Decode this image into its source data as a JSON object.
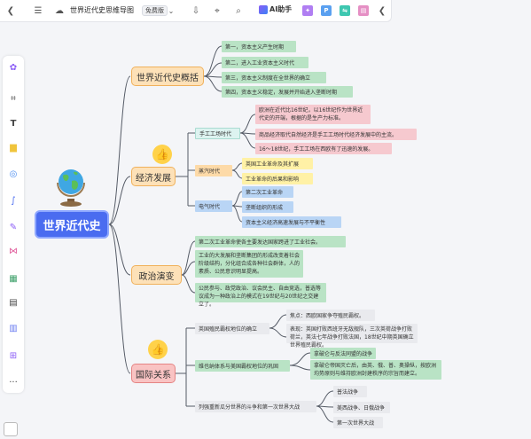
{
  "app": {
    "title": "世界近代史思维导图",
    "plan_badge": "免费版",
    "ai_label": "AI助手",
    "plugin_p": "P"
  },
  "mindmap": {
    "root": "世界近代史",
    "overview": {
      "label": "世界近代史概括",
      "items": [
        "第一，资本主义产生时期",
        "第二，进入工业资本主义时代",
        "第三，资本主义制度在全世界的确立",
        "第四，资本主义稳定，发展并开始进入垄断时期"
      ]
    },
    "economy": {
      "label": "经济发展",
      "handicraft": {
        "label": "手工工场时代",
        "items": [
          "欧洲在近代比16世纪，以16世纪作为世界近代史的开端，根据的是生产力标准。",
          "商品经济取代自然经济是手工工场时代经济发展中的主流。",
          "16～18世纪，手工工场在西欧有了迅速的发展。"
        ]
      },
      "steam": {
        "label": "蒸汽时代",
        "items": [
          "英国工业革命及其扩展",
          "工业革命的后果和影响"
        ]
      },
      "electric": {
        "label": "电气时代",
        "items": [
          "第二次工业革命",
          "垄断组织的形成",
          "资本主义经济高速发展与不平衡性"
        ]
      }
    },
    "politics": {
      "label": "政治演变",
      "items": [
        "第二次工业革命使各主要发达国家跨进了工业社会。",
        "工业的大发展和垄断集团的形成改变着社会阶级结构，分化组合成各种社会群体，人的素质、公民意识明显提高。",
        "公民参与、政党政治、议会民主、自由竞选，普选等议成为一种政治上的模式在19世纪与20世纪之交建立了。"
      ]
    },
    "international": {
      "label": "国际关系",
      "hegemony": {
        "label": "英国殖民霸权地位的确立",
        "items": [
          "焦点：西欧国家争夺殖民霸权。",
          "表现：英国打败西班牙无敌舰队，三次英荷战争打败荷兰，英法七年战争打败法国，18世纪中期英国确立世界殖民霸权。"
        ]
      },
      "rise": {
        "label": "维也纳体系与美国霸权地位的巩固",
        "items": [
          "拿破仑与反法同盟的战争",
          "拿破仑帝国灭亡后，由英、俄、普、奥操纵，按欧洲均势原则与维持欧洲封建秩序的宗旨而建立。"
        ]
      },
      "partition": {
        "label": "列强重新瓜分世界的斗争和第一次世界大战",
        "items": [
          "普法战争",
          "美西战争、日俄战争",
          "第一次世界大战"
        ]
      }
    }
  },
  "colors": {
    "root": "#4a6cf0",
    "branch": "#fde1b8",
    "accent_red": "#f9c3c3",
    "line": "#555b66"
  },
  "icons": [
    "back-icon",
    "menu-icon",
    "cloud-icon",
    "chevron-down-icon",
    "download-icon",
    "tag-icon",
    "search-icon",
    "ai-logo-icon",
    "plugin-icon",
    "collapse-icon",
    "globe-icon",
    "thumb-icon"
  ]
}
